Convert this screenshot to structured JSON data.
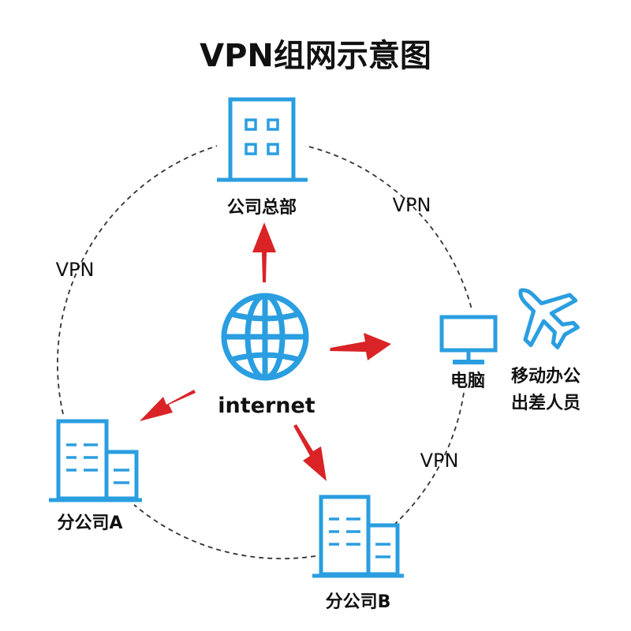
{
  "title": "VPN组网示意图",
  "colors": {
    "icon": "#2a9ee0",
    "arrow": "#d92326",
    "ring": "#333333",
    "text": "#111111"
  },
  "center": {
    "label": "internet",
    "icon": "globe-icon"
  },
  "nodes": {
    "hq": {
      "label": "公司总部",
      "icon": "office-building-icon"
    },
    "branch_a": {
      "label": "分公司A",
      "icon": "branch-building-icon"
    },
    "branch_b": {
      "label": "分公司B",
      "icon": "branch-building-icon"
    },
    "computer": {
      "label": "电脑",
      "icon": "monitor-icon"
    },
    "mobile": {
      "label_line1": "移动办公",
      "label_line2": "出差人员",
      "icon": "airplane-icon"
    }
  },
  "links": [
    {
      "label": "VPN"
    },
    {
      "label": "VPN"
    },
    {
      "label": "VPN"
    }
  ]
}
